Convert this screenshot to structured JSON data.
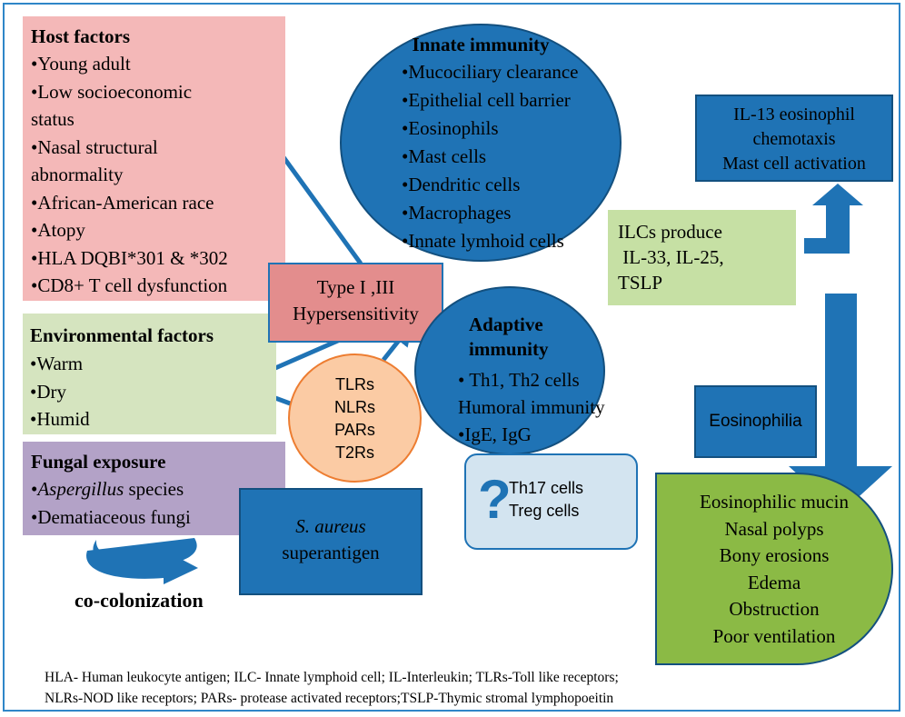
{
  "host": {
    "title": "Host factors",
    "items": [
      "•Young adult",
      "•Low socioeconomic",
      "status",
      "•Nasal structural",
      "abnormality",
      "•African-American race",
      "•Atopy",
      "•HLA DQBI*301 & *302",
      "•CD8+ T cell dysfunction"
    ]
  },
  "environment": {
    "title": "Environmental factors",
    "items": [
      "•Warm",
      "•Dry",
      "•Humid"
    ]
  },
  "fungal": {
    "title": "Fungal exposure",
    "items": [
      {
        "bullet": "•",
        "italic": "Aspergillus",
        "rest": " species"
      },
      {
        "bullet": "•",
        "italic": "",
        "rest": "Dematiaceous fungi"
      }
    ]
  },
  "cocolonization": "co-colonization",
  "innate": {
    "title": "Innate immunity",
    "items": [
      "•Mucociliary clearance",
      "•Epithelial cell barrier",
      "•Eosinophils",
      "•Mast cells",
      "•Dendritic cells",
      "•Macrophages",
      "•Innate lymhoid cells"
    ]
  },
  "il13": {
    "lines": [
      "IL-13 eosinophil",
      "chemotaxis",
      "Mast cell activation"
    ]
  },
  "ilcs": {
    "lines": [
      "ILCs produce",
      " IL-33, IL-25,",
      "TSLP"
    ]
  },
  "hypersensitivity": {
    "lines": [
      "Type I ,III",
      "Hypersensitivity"
    ]
  },
  "adaptive": {
    "title_lines": [
      "Adaptive",
      "immunity"
    ],
    "items": [
      "• Th1, Th2 cells",
      "Humoral immunity",
      "•IgE, IgG"
    ]
  },
  "receptors": [
    "TLRs",
    "NLRs",
    "PARs",
    "T2Rs"
  ],
  "saureus": {
    "italic": "S. aureus",
    "line2": "superantigen"
  },
  "th17": {
    "question": "?",
    "lines": [
      "Th17 cells",
      "Treg cells"
    ]
  },
  "eosinophilia": "Eosinophilia",
  "outcomes": [
    "Eosinophilic mucin",
    "Nasal polyps",
    "Bony erosions",
    "Edema",
    "Obstruction",
    "Poor ventilation"
  ],
  "footnote": [
    "HLA- Human leukocyte antigen; ILC- Innate lymphoid cell; IL-Interleukin; TLRs-Toll like receptors;",
    "NLRs-NOD like receptors; PARs- protease activated receptors;TSLP-Thymic stromal lymphopoeitin"
  ],
  "colors": {
    "frame": "#2f86c8",
    "host_bg": "#f4b8b8",
    "env_bg": "#d5e4bf",
    "fungal_bg": "#b3a2c7",
    "ellipse": "#1f73b5",
    "ellipse_stroke": "#13507f",
    "blue_box": "#1f73b5",
    "ilcs_bg": "#c6e0a4",
    "hyper_bg": "#e38d8d",
    "receptor_bg": "#fbcba4",
    "receptor_stroke": "#ed7d31",
    "th17_bg": "#d3e4f0",
    "outcome_bg": "#8bba45"
  }
}
